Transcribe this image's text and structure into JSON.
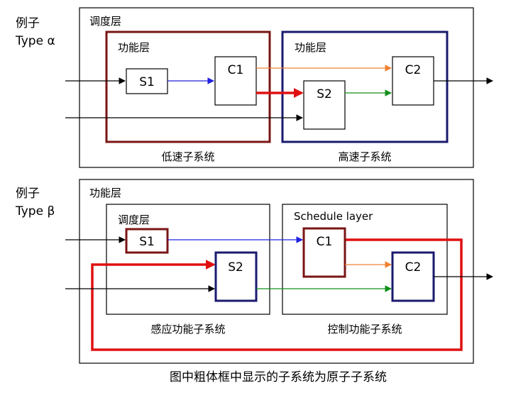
{
  "example_alpha": {
    "side_label_line1": "例子",
    "side_label_line2": "Type α",
    "outer_label": "调度层",
    "left_box_label": "功能层",
    "right_box_label": "功能层",
    "left_subsystem_caption": "低速子系统",
    "right_subsystem_caption": "高速子系统",
    "nodes": {
      "s1": "S1",
      "c1": "C1",
      "s2": "S2",
      "c2": "C2"
    }
  },
  "example_beta": {
    "side_label_line1": "例子",
    "side_label_line2": "Type β",
    "outer_label": "功能层",
    "left_box_label": "调度层",
    "right_box_label": "Schedule layer",
    "left_subsystem_caption": "感应功能子系统",
    "right_subsystem_caption": "控制功能子系统",
    "nodes": {
      "s1": "S1",
      "s2": "S2",
      "c1": "C1",
      "c2": "C2"
    }
  },
  "caption": "图中粗体框中显示的子系统为原子子系统",
  "colors": {
    "dark_red": "#7a1414",
    "navy": "#1a1a6e",
    "red": "#e01010",
    "blue": "#2020e0",
    "orange": "#f08030",
    "green": "#10901a",
    "black": "#000000"
  }
}
